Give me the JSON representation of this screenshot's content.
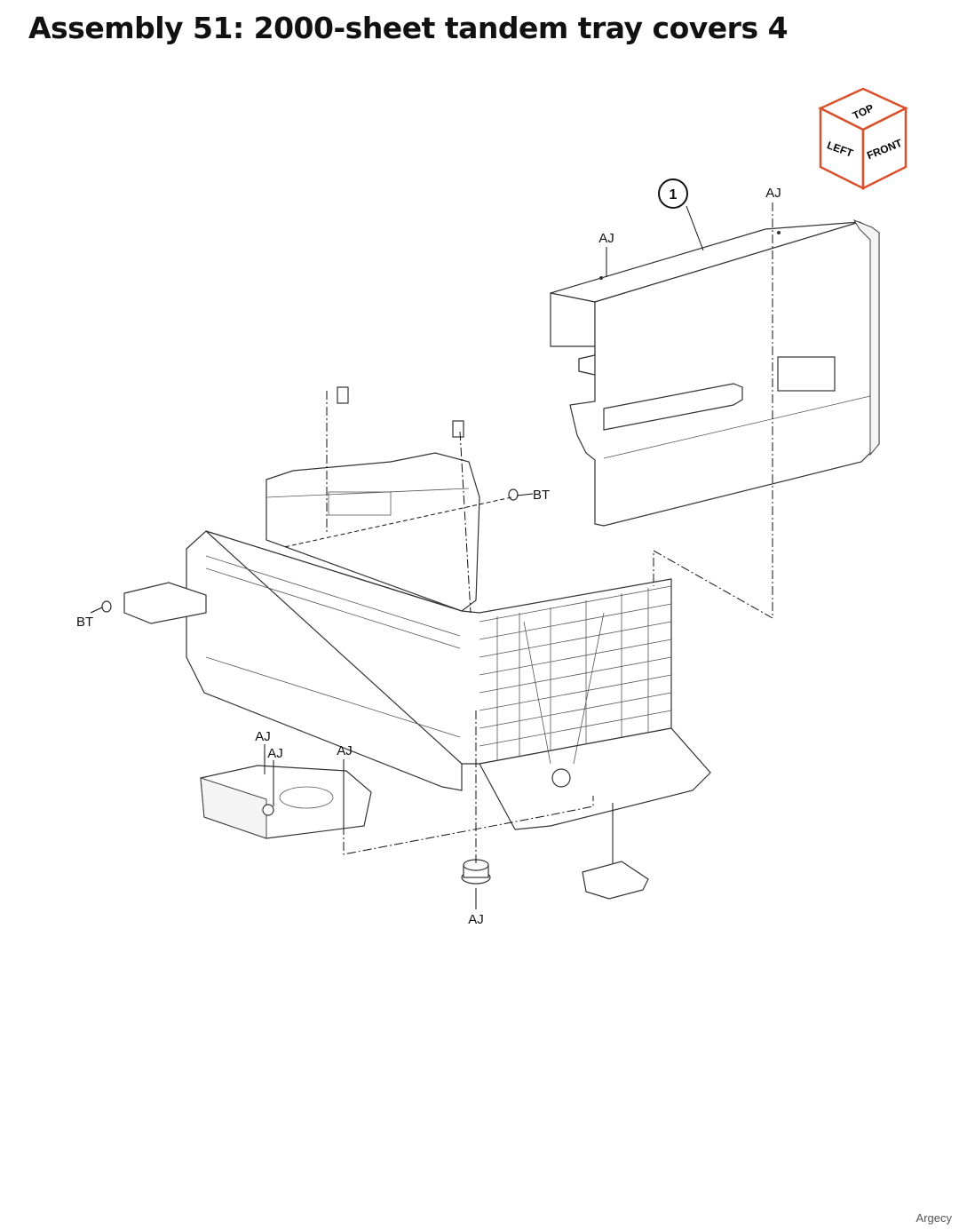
{
  "title": "Assembly 51: 2000-sheet tandem tray covers 4",
  "orientation_cube": {
    "top": "TOP",
    "left": "LEFT",
    "front": "FRONT",
    "accent_color": "#d9502c"
  },
  "callouts": {
    "item_1": "1",
    "aj_top_right": "AJ",
    "aj_cover": "AJ",
    "bt_right": "BT",
    "bt_left": "BT",
    "aj_motor_1": "AJ",
    "aj_motor_2": "AJ",
    "aj_motor_3": "AJ",
    "aj_gear": "AJ"
  },
  "watermark": "Argecy"
}
